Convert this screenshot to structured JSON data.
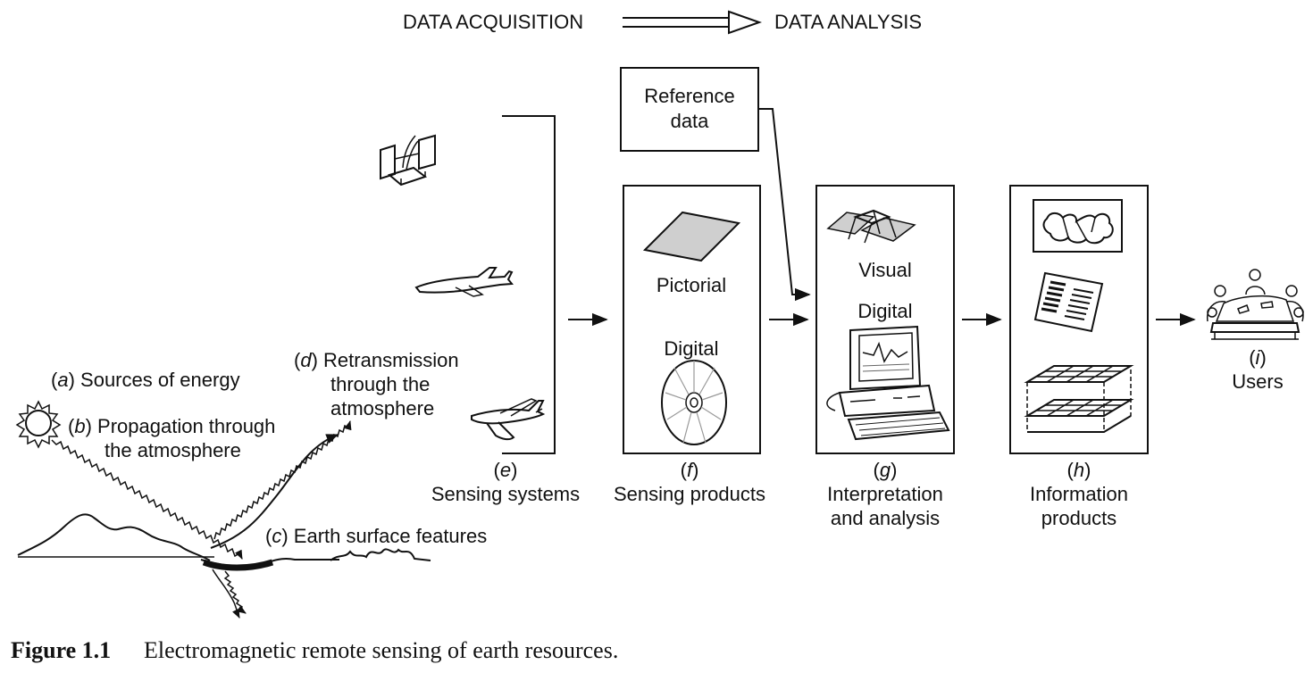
{
  "header": {
    "left": "DATA ACQUISITION",
    "right": "DATA ANALYSIS"
  },
  "labels": {
    "a": {
      "letter": "a",
      "text": "Sources of energy"
    },
    "b": {
      "letter": "b",
      "line1": "Propagation through",
      "line2": "the atmosphere"
    },
    "c": {
      "letter": "c",
      "text": "Earth surface features"
    },
    "d": {
      "letter": "d",
      "line1": "Retransmission",
      "line2": "through the",
      "line3": "atmosphere"
    }
  },
  "stages": {
    "e": {
      "letter": "e",
      "line1": "Sensing systems"
    },
    "f": {
      "letter": "f",
      "line1": "Sensing products",
      "item1": "Pictorial",
      "item2": "Digital"
    },
    "g": {
      "letter": "g",
      "line1": "Interpretation",
      "line2": "and analysis",
      "item1": "Visual",
      "item2": "Digital"
    },
    "h": {
      "letter": "h",
      "line1": "Information",
      "line2": "products"
    },
    "i": {
      "letter": "i",
      "line1": "Users"
    }
  },
  "reference": {
    "line1": "Reference",
    "line2": "data"
  },
  "caption": {
    "number": "Figure 1.1",
    "text": "Electromagnetic remote sensing of earth resources."
  },
  "icons": [
    "sun-icon",
    "satellite-icon",
    "jet-airplane-icon",
    "propeller-airplane-icon",
    "photo-print-icon",
    "compact-disc-icon",
    "stereoscope-icon",
    "computer-workstation-icon",
    "map-icon",
    "data-sheet-icon",
    "layered-grid-icon",
    "users-meeting-icon"
  ]
}
